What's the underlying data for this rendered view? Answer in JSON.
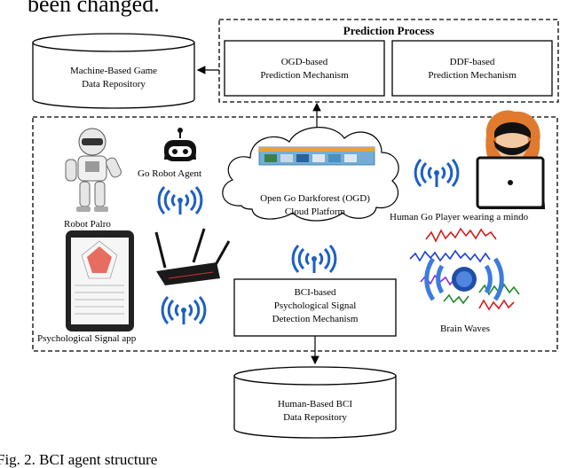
{
  "top_text": "been changed.",
  "caption": "Fig. 2.   BCI agent structure",
  "prediction": {
    "title": "Prediction Process",
    "ogd_line1": "OGD-based",
    "ogd_line2": "Prediction Mechanism",
    "ddf_line1": "DDF-based",
    "ddf_line2": "Prediction Mechanism"
  },
  "machine_repo": {
    "line1": "Machine-Based Game",
    "line2": "Data Repository"
  },
  "human_repo": {
    "line1": "Human-Based BCI",
    "line2": "Data Repository"
  },
  "cloud": {
    "line1": "Open Go Darkforest (OGD)",
    "line2": "Cloud Platform"
  },
  "bci": {
    "line1": "BCI-based",
    "line2": "Psychological Signal",
    "line3": "Detection Mechanism"
  },
  "labels": {
    "robot_palro": "Robot Palro",
    "go_robot_agent": "Go Robot Agent",
    "human_player": "Human Go Player wearing a mindo",
    "psych_app": "Psychological Signal app",
    "brain_waves": "Brain Waves"
  },
  "colors": {
    "line": "#000000",
    "wireless": "#1d5fc4",
    "wave_red": "#d11f1f",
    "wave_blue": "#1d3fd1",
    "wave_purple": "#8a2be2",
    "wave_green": "#1e8b2d"
  }
}
